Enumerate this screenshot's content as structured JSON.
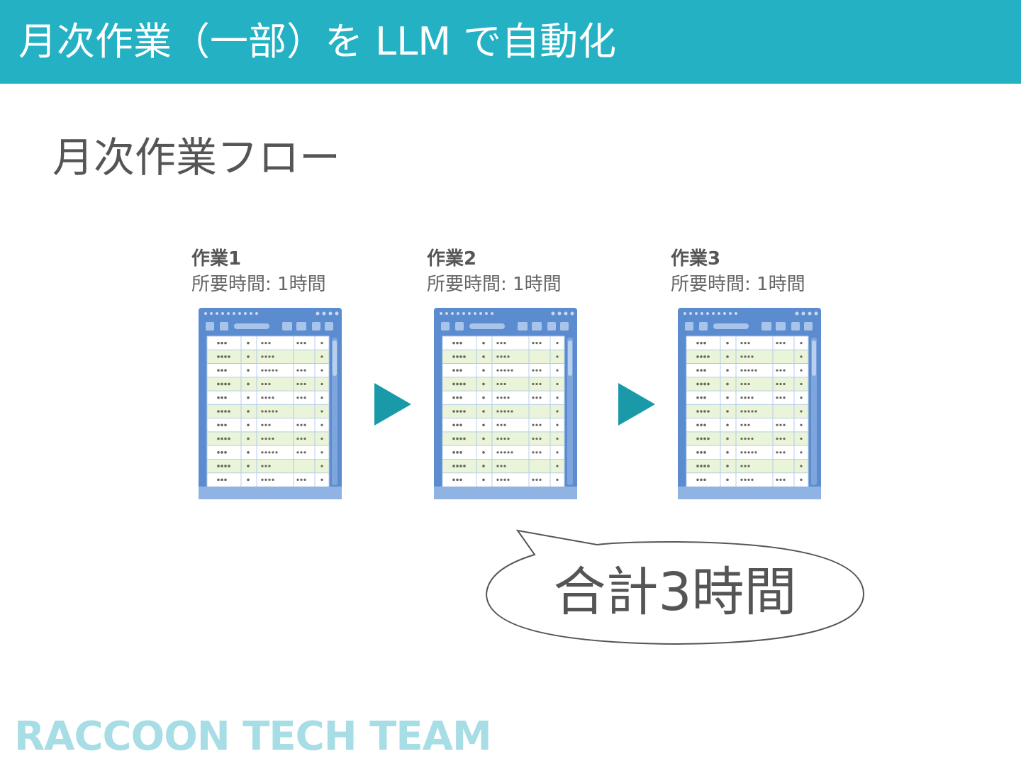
{
  "header": {
    "title": "月次作業（一部）を LLM で自動化"
  },
  "section": {
    "title": "月次作業フロー"
  },
  "tasks": [
    {
      "name": "作業1",
      "time": "所要時間: 1時間"
    },
    {
      "name": "作業2",
      "time": "所要時間: 1時間"
    },
    {
      "name": "作業3",
      "time": "所要時間: 1時間"
    }
  ],
  "total": {
    "label": "合計3時間"
  },
  "footer": {
    "logo": "RACCOON TECH TEAM"
  },
  "colors": {
    "header": "#23b1c3",
    "arrow": "#1a9aa8",
    "sheet_frame": "#5b8ccf",
    "sheet_highlight_row": "#e9f4d8",
    "logo": "#a7dde5"
  }
}
